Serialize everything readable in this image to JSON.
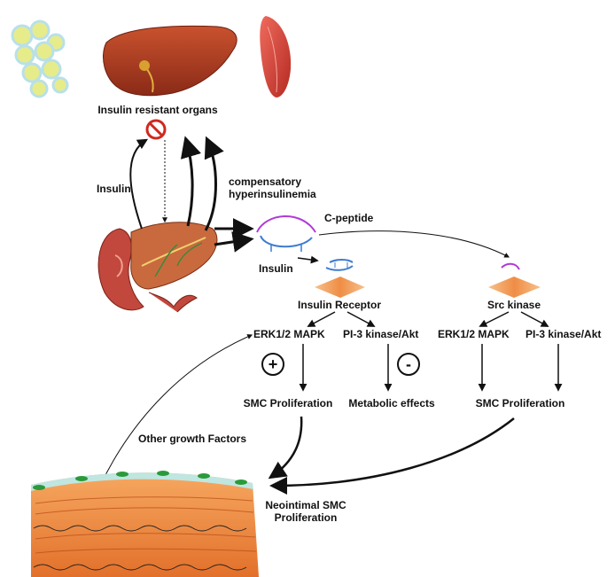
{
  "labels": {
    "organs": "Insulin resistant organs",
    "insulin_left": "Insulin",
    "compensatory_1": "compensatory",
    "compensatory_2": "hyperinsulinemia",
    "cpeptide": "C-peptide",
    "insulin_mid": "Insulin",
    "insulin_receptor": "Insulin Receptor",
    "src_kinase": "Src kinase",
    "erk_left": "ERK1/2 MAPK",
    "pi3_left": "PI-3 kinase/Akt",
    "erk_right": "ERK1/2 MAPK",
    "pi3_right": "PI-3 kinase/Akt",
    "plus": "+",
    "minus": "-",
    "smc_left": "SMC Proliferation",
    "metabolic": "Metabolic effects",
    "smc_right": "SMC Proliferation",
    "other_growth": "Other growth Factors",
    "neointimal_1": "Neointimal SMC",
    "neointimal_2": "Proliferation"
  },
  "colors": {
    "liver": "#a8361e",
    "muscle": "#d9453a",
    "fat": "#e7ec8a",
    "pancreas": "#c96a3e",
    "intestine": "#c2473c",
    "cpeptide": "#b13ad6",
    "insulin": "#3c7bd0",
    "receptor": "#f0a460",
    "vessel_wall": "#ee8a3a",
    "endothelium": "#2a9a3a",
    "endothelium_layer": "#bfe6e0"
  },
  "icons": [
    "fat-cells-icon",
    "liver-icon",
    "muscle-icon",
    "pancreas-icon",
    "no-entry-icon"
  ]
}
